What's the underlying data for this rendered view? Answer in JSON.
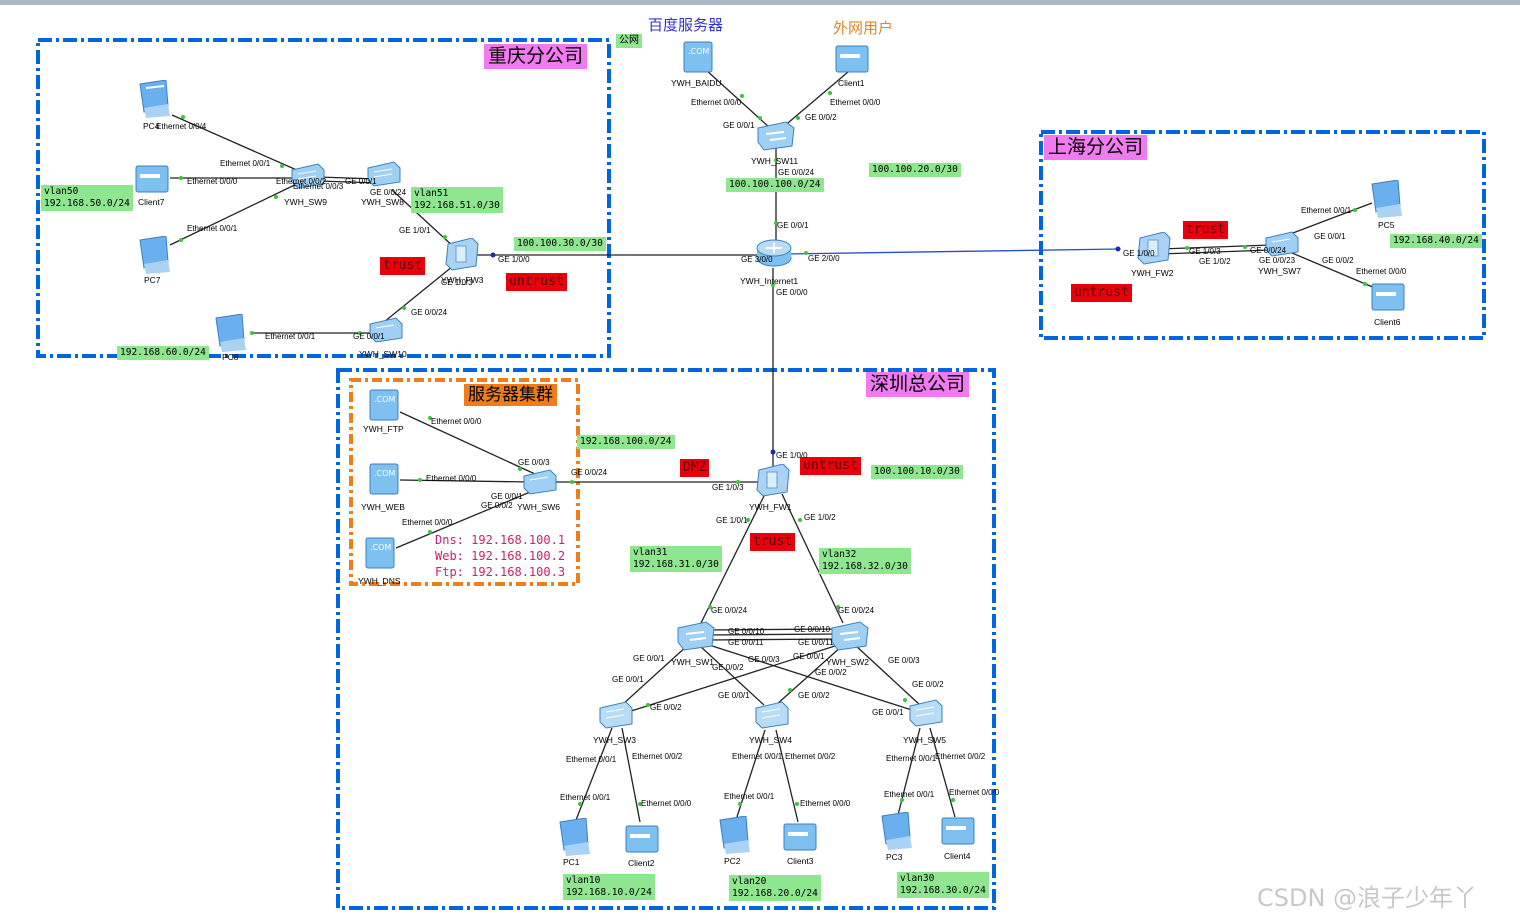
{
  "clouds": {
    "baidu_title": "百度服务器",
    "external_title": "外网用户",
    "public_tag": "公网"
  },
  "zones": {
    "chongqing": "重庆分公司",
    "shanghai": "上海分公司",
    "shenzhen": "深圳总公司",
    "server_cluster": "服务器集群"
  },
  "security": {
    "trust": "trust",
    "untrust": "untrust",
    "dmz": "DMZ"
  },
  "devices": {
    "pc4": "PC4",
    "client7": "Client7",
    "pc7": "PC7",
    "pc8": "PC8",
    "sw9": "YWH_SW9",
    "sw8": "YWH_SW8",
    "fw3": "YWH_FW3",
    "sw10": "YWH_SW10",
    "baidu": "YWH_BAIDU",
    "client1": "Client1",
    "sw11": "YWH_SW11",
    "internet1": "YWH_Internet1",
    "fw2": "YWH_FW2",
    "sw7": "YWH_SW7",
    "pc5": "PC5",
    "client6": "Client6",
    "ftp": "YWH_FTP",
    "web": "YWH_WEB",
    "dns": "YWH_DNS",
    "sw6": "YWH_SW6",
    "fw1": "YWH_FW1",
    "sw1": "YWH_SW1",
    "sw2": "YWH_SW2",
    "sw3": "YWH_SW3",
    "sw4": "YWH_SW4",
    "sw5": "YWH_SW5",
    "pc1": "PC1",
    "client2": "Client2",
    "pc2": "PC2",
    "client3": "Client3",
    "pc3": "PC3",
    "client4": "Client4"
  },
  "ports": {
    "eth_001": "Ethernet 0/0/1",
    "eth_002": "Ethernet 0/0/2",
    "eth_003": "Ethernet 0/0/3",
    "eth_004": "Ethernet 0/0/4",
    "eth_000": "Ethernet 0/0/0",
    "ge_001": "GE 0/0/1",
    "ge_002": "GE 0/0/2",
    "ge_003": "GE 0/0/3",
    "ge_0010": "GE 0/0/10",
    "ge_0011": "GE 0/0/11",
    "ge_0023": "GE 0/0/23",
    "ge_0024": "GE 0/0/24",
    "ge_000": "GE 0/0/0",
    "ge_100": "GE 1/0/0",
    "ge_101": "GE 1/0/1",
    "ge_102": "GE 1/0/2",
    "ge_103": "GE 1/0/3",
    "ge_200": "GE 2/0/0",
    "ge_300": "GE 3/0/0"
  },
  "nets": {
    "vlan50_name": "vlan50",
    "vlan50_net": "192.168.50.0/24",
    "vlan51_name": "vlan51",
    "vlan51_net": "192.168.51.0/30",
    "n60": "192.168.60.0/24",
    "n30": "100.100.30.0/30",
    "n100_24": "100.100.100.0/24",
    "n20": "100.100.20.0/30",
    "n40": "192.168.40.0/24",
    "n100": "192.168.100.0/24",
    "n10": "100.100.10.0/30",
    "vlan31_name": "vlan31",
    "vlan31_net": "192.168.31.0/30",
    "vlan32_name": "vlan32",
    "vlan32_net": "192.168.32.0/30",
    "vlan10_name": "vlan10",
    "vlan10_net": "192.168.10.0/24",
    "vlan20_name": "vlan20",
    "vlan20_net": "192.168.20.0/24",
    "vlan30_name": "vlan30",
    "vlan30_net": "192.168.30.0/24"
  },
  "servers": {
    "dns": "Dns: 192.168.100.1",
    "web": "Web: 192.168.100.2",
    "ftp": "Ftp: 192.168.100.3"
  },
  "watermark": "CSDN @浪子少年丫",
  "colors": {
    "zone_border": "#0066dd",
    "cluster_border": "#f07d1a",
    "net_tag": "#8ee68e",
    "zone_label": "#f07af0",
    "security_tag": "#e8000c",
    "baidu_title": "#3333cc",
    "external_title": "#e0852a",
    "server_text": "#cc1f70"
  }
}
